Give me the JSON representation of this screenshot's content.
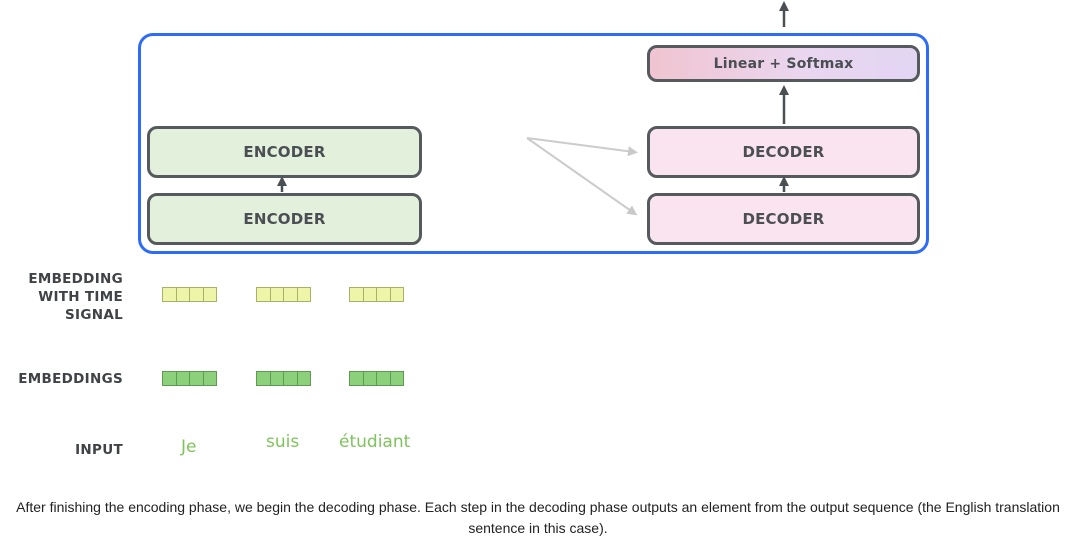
{
  "diagram": {
    "blocks": {
      "encoder_top": "ENCODER",
      "encoder_bottom": "ENCODER",
      "decoder_top": "DECODER",
      "decoder_bottom": "DECODER",
      "linear_softmax": "Linear + Softmax"
    },
    "row_labels": {
      "embedding_with_time_signal": "EMBEDDING\nWITH TIME\nSIGNAL",
      "embeddings": "EMBEDDINGS",
      "input": "INPUT"
    },
    "input_words": [
      "Je",
      "suis",
      "étudiant"
    ],
    "colors": {
      "frame": "#2f6cf5",
      "encoder_fill": "#e2f0dc",
      "decoder_fill": "#fae4ef",
      "block_border": "#555a5f",
      "time_signal_cell": "#eef5a9",
      "embedding_cell": "#8dd07b",
      "input_word": "#7fc35c",
      "attention_arrow": "#cccccc"
    }
  },
  "caption": "After finishing the encoding phase, we begin the decoding phase. Each step in the decoding phase outputs an element from the output sequence (the English translation sentence in this case)."
}
